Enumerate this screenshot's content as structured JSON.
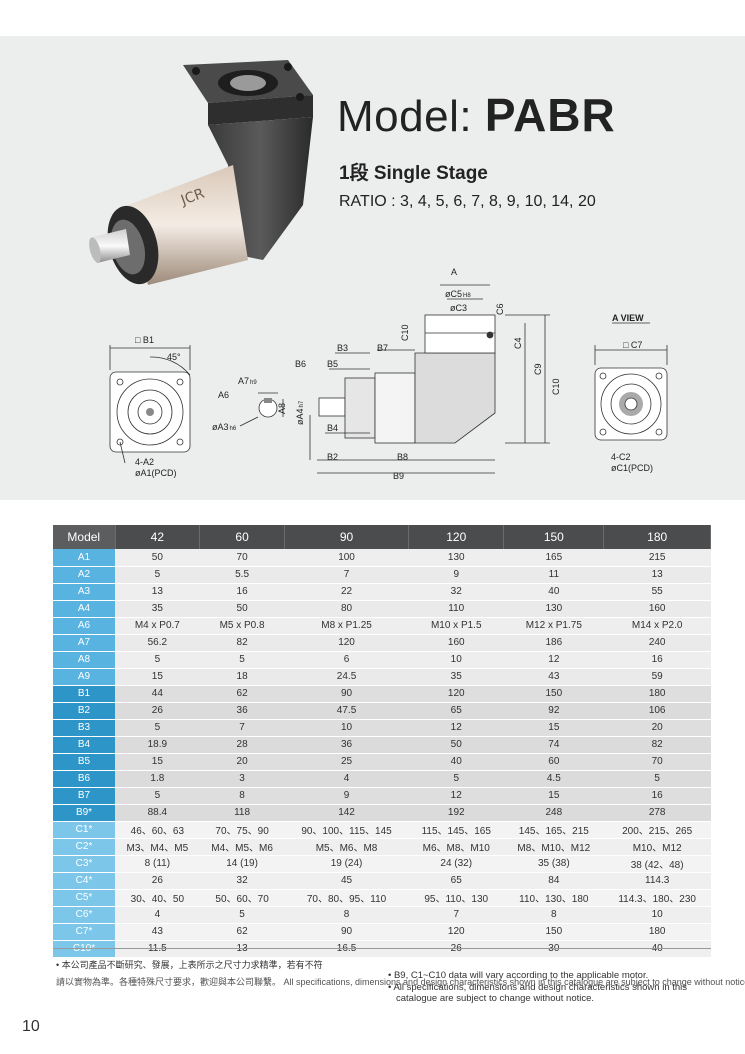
{
  "header": {
    "model_prefix": "Model:",
    "model_name": "PABR",
    "stage": "1段 Single Stage",
    "ratio": "RATIO : 3, 4, 5, 6, 7, 8, 9, 10, 14, 20"
  },
  "drawing": {
    "labels": {
      "b1": "□ B1",
      "angle": "45°",
      "a2": "4-A2",
      "a1": "øA1(PCD)",
      "a7": "A7",
      "a7_tol": "h9",
      "a6": "A6",
      "a8": "A8",
      "a3": "øA3",
      "a3_tol": "h6",
      "a4": "øA4",
      "a4_tol": "h7",
      "b2": "B2",
      "b3": "B3",
      "b4": "B4",
      "b5": "B5",
      "b6": "B6",
      "b7": "B7",
      "b8": "B8",
      "b9": "B9",
      "arrow_a": "A",
      "c5": "øC5",
      "c5_tol": "H8",
      "c3": "øC3",
      "c6": "C6",
      "c4": "C4",
      "c9": "C9",
      "c10": "C10",
      "c10b": "C10",
      "a_view": "A VIEW",
      "c7": "□ C7",
      "c2": "4-C2",
      "c1": "øC1(PCD)"
    }
  },
  "table": {
    "header_label": "Model",
    "models": [
      "42",
      "60",
      "90",
      "120",
      "150",
      "180"
    ],
    "rows": [
      {
        "label": "A1",
        "group": "ga",
        "values": [
          "50",
          "70",
          "100",
          "130",
          "165",
          "215"
        ]
      },
      {
        "label": "A2",
        "group": "ga",
        "values": [
          "5",
          "5.5",
          "7",
          "9",
          "11",
          "13"
        ]
      },
      {
        "label": "A3",
        "group": "ga",
        "values": [
          "13",
          "16",
          "22",
          "32",
          "40",
          "55"
        ]
      },
      {
        "label": "A4",
        "group": "ga",
        "values": [
          "35",
          "50",
          "80",
          "110",
          "130",
          "160"
        ]
      },
      {
        "label": "A6",
        "group": "ga",
        "values": [
          "M4 x P0.7",
          "M5 x P0.8",
          "M8 x P1.25",
          "M10 x P1.5",
          "M12 x P1.75",
          "M14 x P2.0"
        ]
      },
      {
        "label": "A7",
        "group": "ga",
        "values": [
          "56.2",
          "82",
          "120",
          "160",
          "186",
          "240"
        ]
      },
      {
        "label": "A8",
        "group": "ga",
        "values": [
          "5",
          "5",
          "6",
          "10",
          "12",
          "16"
        ]
      },
      {
        "label": "A9",
        "group": "ga",
        "values": [
          "15",
          "18",
          "24.5",
          "35",
          "43",
          "59"
        ]
      },
      {
        "label": "B1",
        "group": "gb",
        "values": [
          "44",
          "62",
          "90",
          "120",
          "150",
          "180"
        ]
      },
      {
        "label": "B2",
        "group": "gb",
        "values": [
          "26",
          "36",
          "47.5",
          "65",
          "92",
          "106"
        ]
      },
      {
        "label": "B3",
        "group": "gb",
        "values": [
          "5",
          "7",
          "10",
          "12",
          "15",
          "20"
        ]
      },
      {
        "label": "B4",
        "group": "gb",
        "values": [
          "18.9",
          "28",
          "36",
          "50",
          "74",
          "82"
        ]
      },
      {
        "label": "B5",
        "group": "gb",
        "values": [
          "15",
          "20",
          "25",
          "40",
          "60",
          "70"
        ]
      },
      {
        "label": "B6",
        "group": "gb",
        "values": [
          "1.8",
          "3",
          "4",
          "5",
          "4.5",
          "5"
        ]
      },
      {
        "label": "B7",
        "group": "gb",
        "values": [
          "5",
          "8",
          "9",
          "12",
          "15",
          "16"
        ]
      },
      {
        "label": "B9*",
        "group": "gb",
        "values": [
          "88.4",
          "118",
          "142",
          "192",
          "248",
          "278"
        ]
      },
      {
        "label": "C1*",
        "group": "gc",
        "values": [
          "46、60、63",
          "70、75、90",
          "90、100、115、145",
          "115、145、165",
          "145、165、215",
          "200、215、265"
        ]
      },
      {
        "label": "C2*",
        "group": "gc",
        "values": [
          "M3、M4、M5",
          "M4、M5、M6",
          "M5、M6、M8",
          "M6、M8、M10",
          "M8、M10、M12",
          "M10、M12"
        ]
      },
      {
        "label": "C3*",
        "group": "gc",
        "values": [
          "8 (11)",
          "14 (19)",
          "19 (24)",
          "24 (32)",
          "35 (38)",
          "38 (42、48)"
        ]
      },
      {
        "label": "C4*",
        "group": "gc",
        "values": [
          "26",
          "32",
          "45",
          "65",
          "84",
          "114.3"
        ]
      },
      {
        "label": "C5*",
        "group": "gc",
        "values": [
          "30、40、50",
          "50、60、70",
          "70、80、95、110",
          "95、110、130",
          "110、130、180",
          "114.3、180、230"
        ]
      },
      {
        "label": "C6*",
        "group": "gc",
        "values": [
          "4",
          "5",
          "8",
          "7",
          "8",
          "10"
        ]
      },
      {
        "label": "C7*",
        "group": "gc",
        "values": [
          "43",
          "62",
          "90",
          "120",
          "150",
          "180"
        ]
      },
      {
        "label": "C10*",
        "group": "gc",
        "values": [
          "11.5",
          "13",
          "16.5",
          "26",
          "30",
          "40"
        ]
      }
    ]
  },
  "notes": {
    "cn1": "• 本公司產品不斷研究、發展，上表所示之尺寸力求精準，若有不符",
    "cn2": "請以實物為準。各種特殊尺寸要求，歡迎與本公司聯繫。 All specifications, dimensions and design characteristics shown in this catalogue are subject to change without notice.",
    "en1": "• B9, C1~C10 data will vary according to the applicable motor.",
    "en2": "• All specifications, dimensions and design characteristics shown in this catalogue are subject to change without notice."
  },
  "page_number": "10",
  "colors": {
    "hero_bg": "#eceded",
    "table_header": "#4b4c4e",
    "label_a": "#59b3e0",
    "label_b": "#2e95c9",
    "label_c": "#7cc6ea"
  }
}
